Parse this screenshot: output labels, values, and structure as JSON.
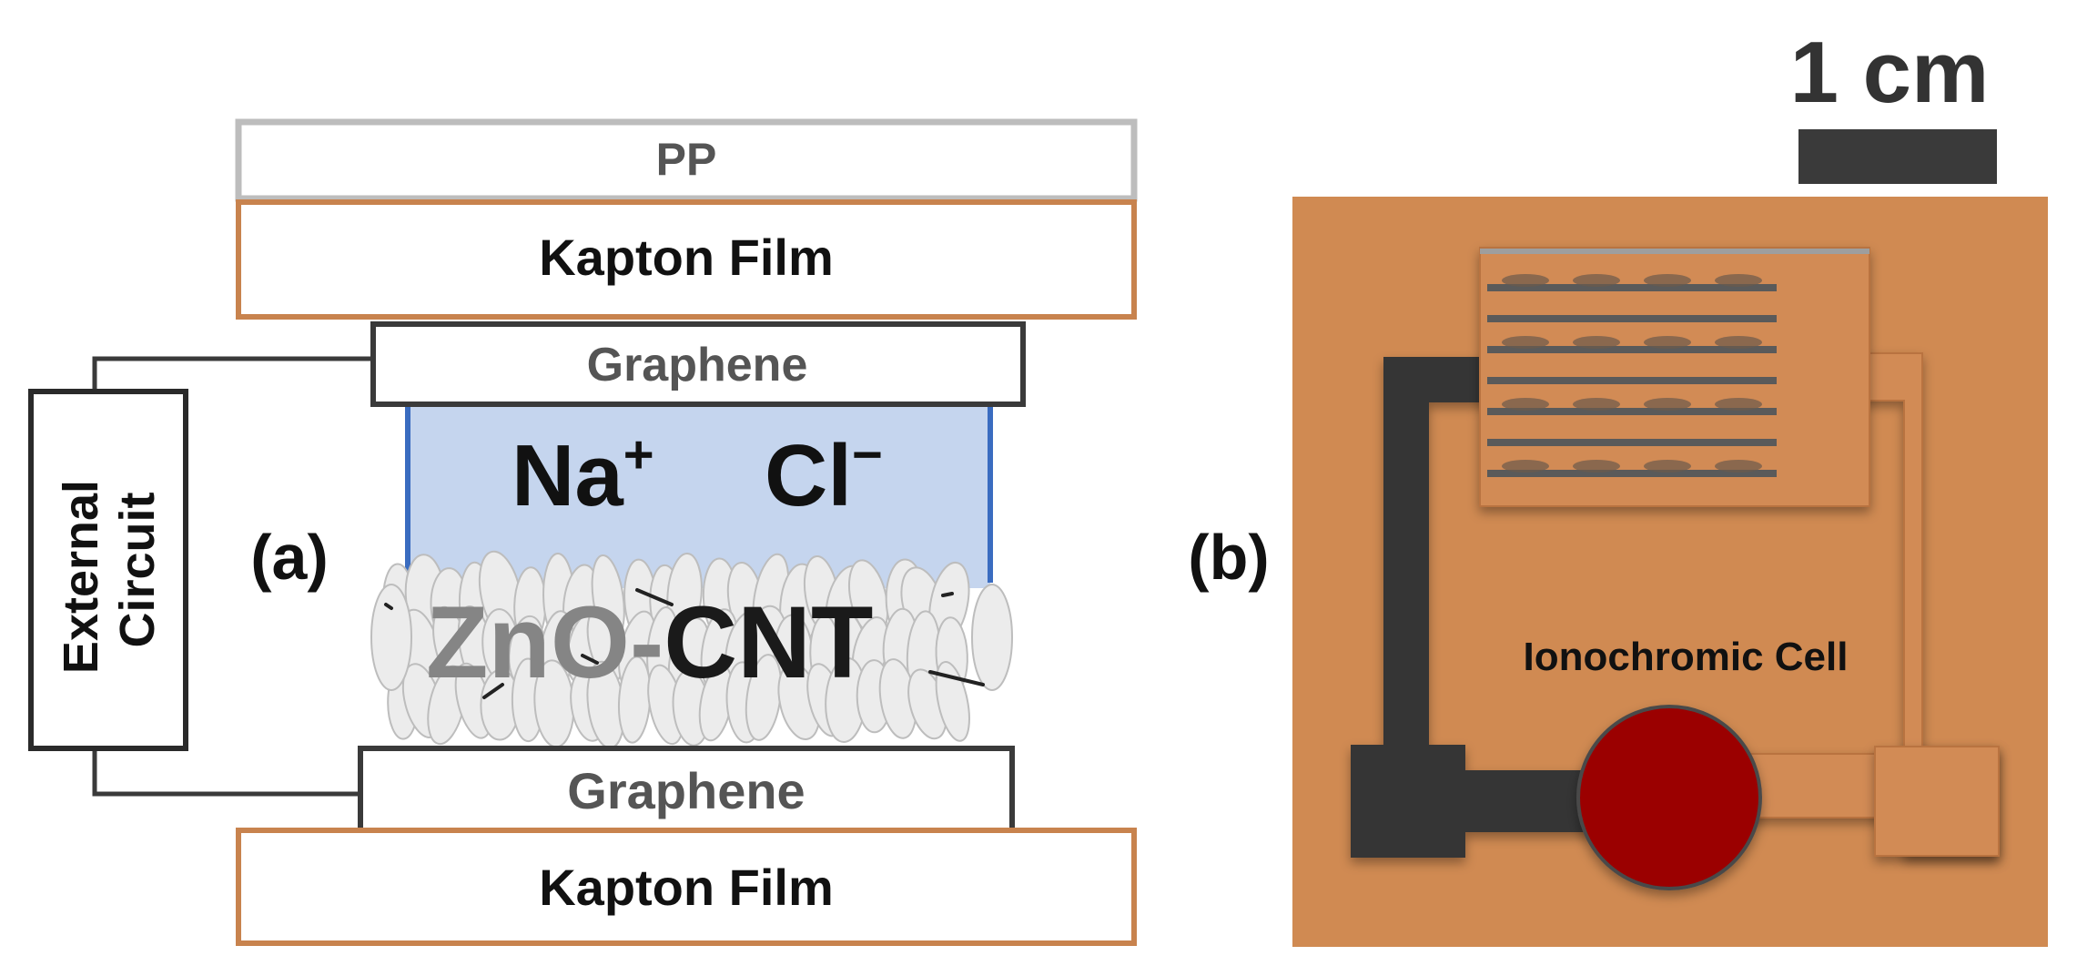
{
  "panel_a": {
    "label": "(a)",
    "pp": "PP",
    "kapton_top": "Kapton Film",
    "graphene_top": "Graphene",
    "ion_na": "Na",
    "ion_na_charge": "+",
    "ion_cl": "Cl",
    "ion_cl_charge": "−",
    "zno": "ZnO-",
    "cnt": "CNT",
    "graphene_bottom": "Graphene",
    "kapton_bottom": "Kapton Film",
    "external_line1": "External",
    "external_line2": "Circuit"
  },
  "panel_b": {
    "label": "(b)",
    "scale_label": "1 cm",
    "cell_label": "Ionochromic Cell"
  },
  "colors": {
    "kapton_border": "#c8834e",
    "pp_border": "#bdbdbd",
    "electrolyte": "#c5d5ee",
    "electrolyte_border": "#3a6cc0",
    "substrate": "#d08a52",
    "dark_electrode": "#353535",
    "cell": "#9b0000"
  }
}
